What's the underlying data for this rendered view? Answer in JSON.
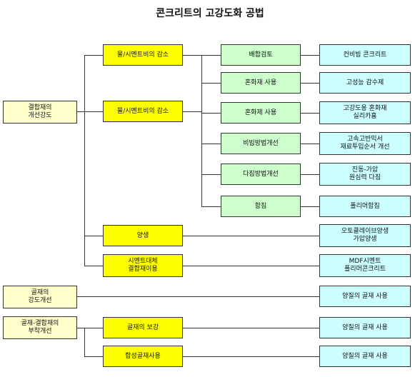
{
  "title": "콘크리트의 고강도화 공법",
  "col1": {
    "binder_improve": "결합재의\n개선강도",
    "aggregate_strength": "골재의\n강도개선",
    "aggregate_binder": "골재-결합재의\n부착개선"
  },
  "col2": {
    "wc_reduce_1": "물/시멘트비의 감소",
    "wc_reduce_2": "물/시멘트비의 감소",
    "curing": "양생",
    "cement_replace": "시멘트대체\n결합재이용",
    "aggregate_reinforce": "골재의 보강",
    "synthetic_aggregate": "합성골재사용"
  },
  "col3": {
    "mix_review": "배합검토",
    "admixture_use": "혼화재 사용",
    "admixture_use2": "혼화제 사용",
    "mixing_improve": "비빔방법개선",
    "compaction_improve": "다짐방법개선",
    "impregnation": "함침"
  },
  "col4": {
    "low_slump": "컨비빔 콘크리트",
    "hp_water_reducer": "고성능 감수제",
    "hs_silica": "고강도용 혼화재\n실리카흄",
    "high_speed_mixing": "고속고반믹서\n재료투입순서 개선",
    "vibration": "진동-가압\n원심력 다짐",
    "polymer_impregnation": "폴리머함침",
    "autoclave": "오토클레이브양생\n가압양생",
    "mdf": "MDF시멘트\n폴리머콘크리트",
    "quality_aggregate_1": "양질의 골재 사용",
    "quality_aggregate_2": "양질의 골재 사용",
    "quality_aggregate_3": "양질의 골재 사용"
  },
  "colors": {
    "yellow": "#ffff00",
    "light_yellow": "#ffffcc",
    "green": "#ccffcc",
    "cyan": "#ccffff",
    "line": "#333333"
  }
}
